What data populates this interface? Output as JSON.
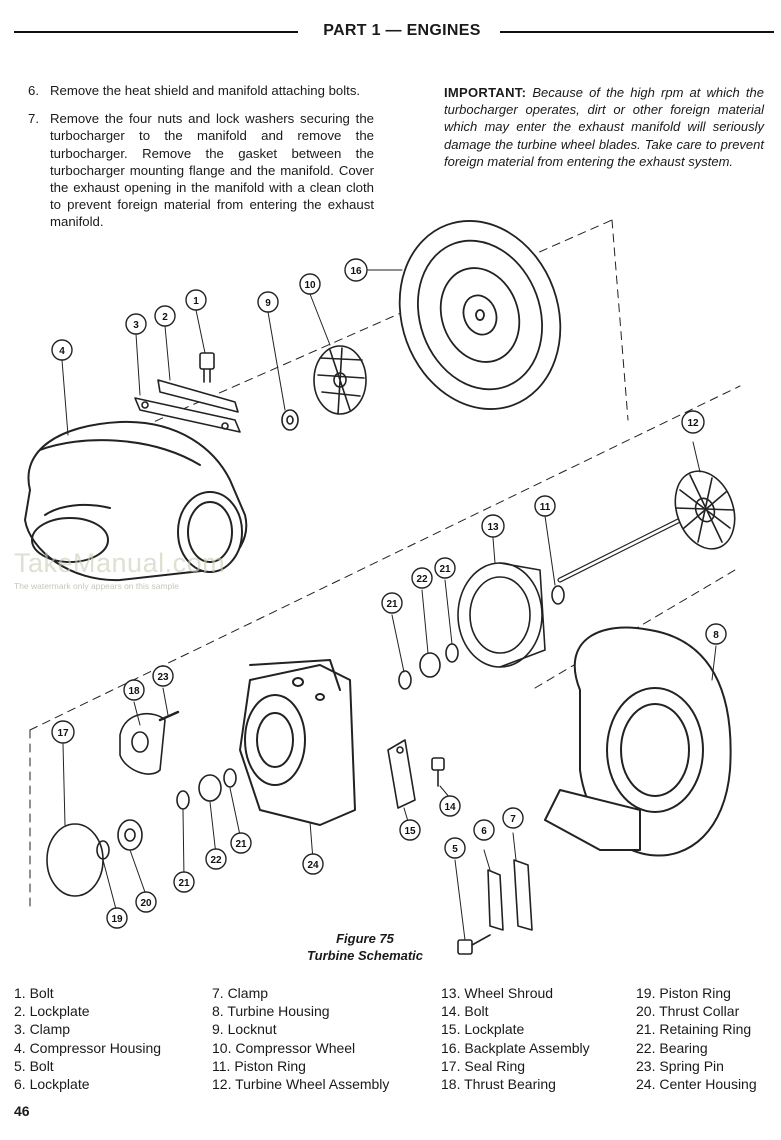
{
  "header": {
    "title": "PART 1 — ENGINES"
  },
  "steps": [
    {
      "number": "6.",
      "text": "Remove the heat shield and manifold attaching bolts."
    },
    {
      "number": "7.",
      "text": "Remove the four nuts and lock washers securing the turbocharger to the manifold and remove the turbocharger. Remove the gasket between the turbocharger mounting flange and the manifold. Cover the exhaust opening in the manifold with a clean cloth to prevent foreign material from entering the exhaust manifold."
    }
  ],
  "important": {
    "lead": "IMPORTANT:",
    "text": "Because of the high rpm at which the turbocharger operates, dirt or other foreign material which may enter the exhaust manifold will seriously damage the turbine wheel blades. Take care to prevent foreign material from entering the exhaust system."
  },
  "watermark": {
    "brand": "TakeManual.com",
    "note": "The watermark only appears on this sample"
  },
  "figure": {
    "number": "Figure 75",
    "title": "Turbine Schematic",
    "callouts": [
      "1",
      "2",
      "3",
      "4",
      "9",
      "10",
      "16",
      "12",
      "11",
      "13",
      "21",
      "22",
      "21",
      "8",
      "23",
      "18",
      "17",
      "19",
      "20",
      "21",
      "22",
      "21",
      "24",
      "14",
      "15",
      "5",
      "6",
      "7"
    ]
  },
  "legend": {
    "columns": [
      [
        "1. Bolt",
        "2. Lockplate",
        "3. Clamp",
        "4. Compressor Housing",
        "5. Bolt",
        "6. Lockplate"
      ],
      [
        "7. Clamp",
        "8. Turbine Housing",
        "9. Locknut",
        "10. Compressor Wheel",
        "11. Piston Ring",
        "12. Turbine Wheel Assembly"
      ],
      [
        "13. Wheel Shroud",
        "14. Bolt",
        "15. Lockplate",
        "16. Backplate Assembly",
        "17. Seal Ring",
        "18. Thrust Bearing"
      ],
      [
        "19. Piston Ring",
        "20. Thrust Collar",
        "21. Retaining Ring",
        "22. Bearing",
        "23. Spring Pin",
        "24. Center Housing"
      ]
    ]
  },
  "page_number": "46"
}
